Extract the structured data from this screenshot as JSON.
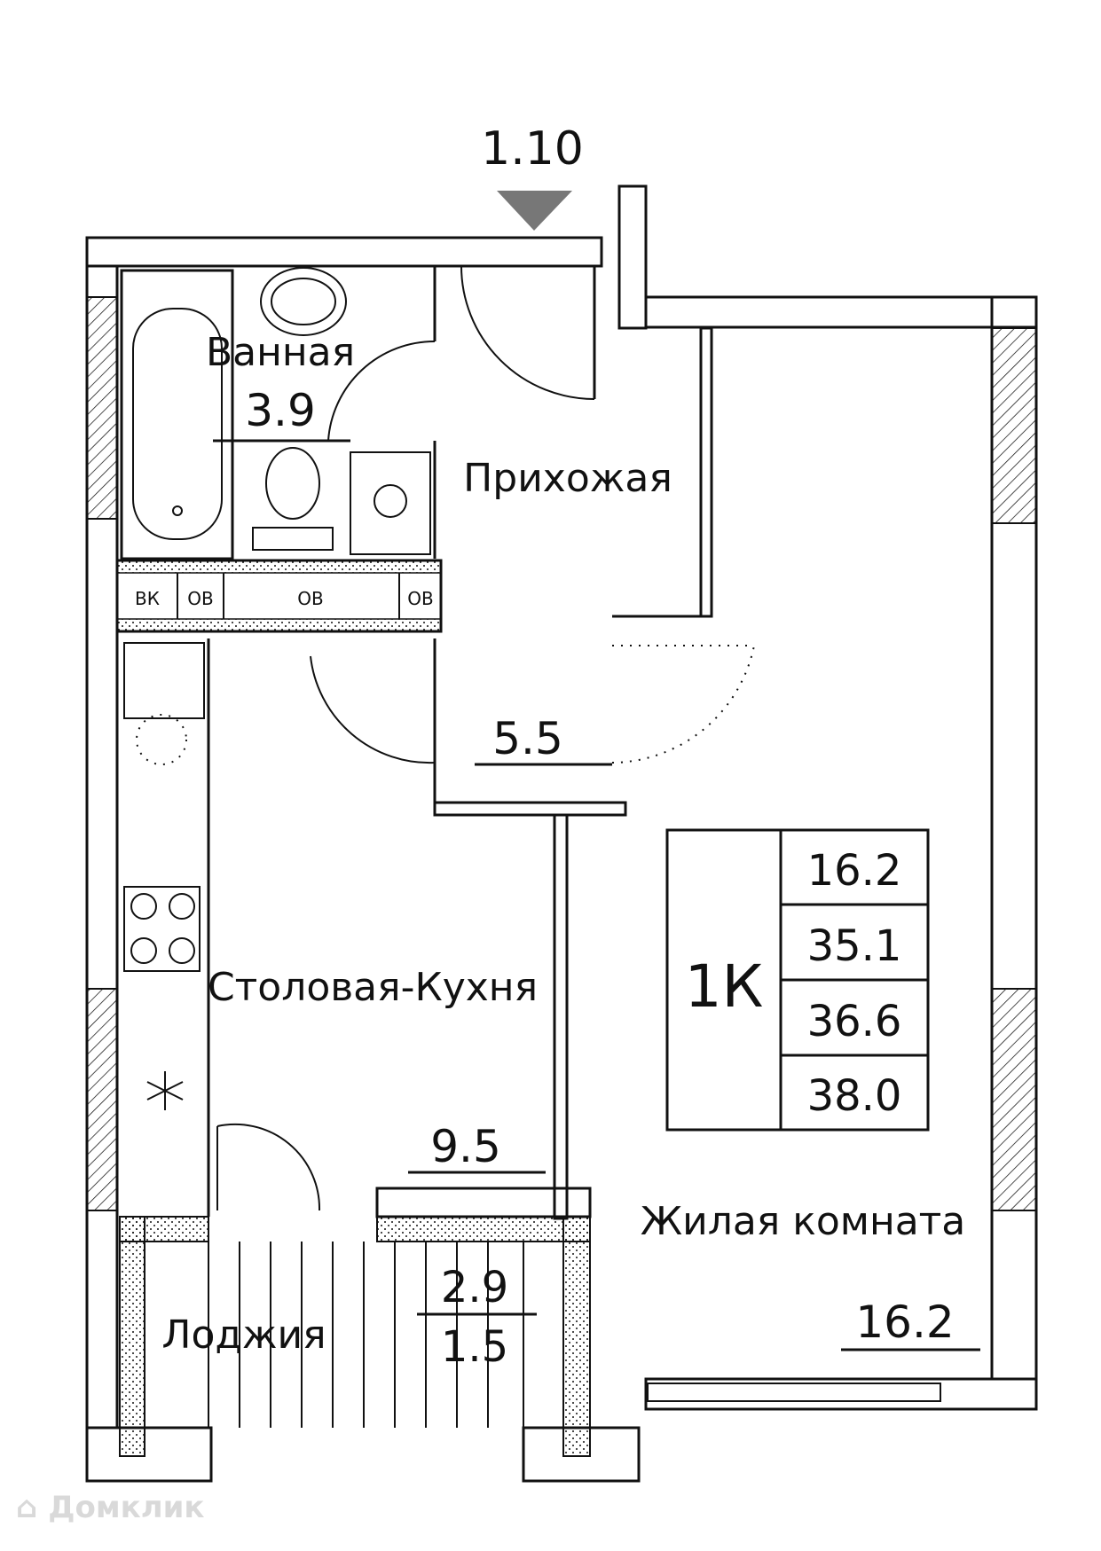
{
  "entrance_marker": "1.10",
  "rooms": {
    "bathroom": {
      "name": "Ванная",
      "area": "3.9"
    },
    "hallway": {
      "name": "Прихожая",
      "area": "5.5"
    },
    "kitchen": {
      "name": "Столовая-Кухня",
      "area": "9.5"
    },
    "living": {
      "name": "Жилая комната",
      "area": "16.2"
    },
    "loggia": {
      "name": "Лоджия",
      "area_full": "2.9",
      "area_reduced": "1.5"
    }
  },
  "shafts": {
    "vk": "ВК",
    "ov": "ОВ"
  },
  "summary": {
    "type": "1К",
    "values": [
      "16.2",
      "35.1",
      "36.6",
      "38.0"
    ]
  },
  "watermark": "Домклик",
  "colors": {
    "line": "#111111",
    "watermark": "#d9d9d9"
  }
}
